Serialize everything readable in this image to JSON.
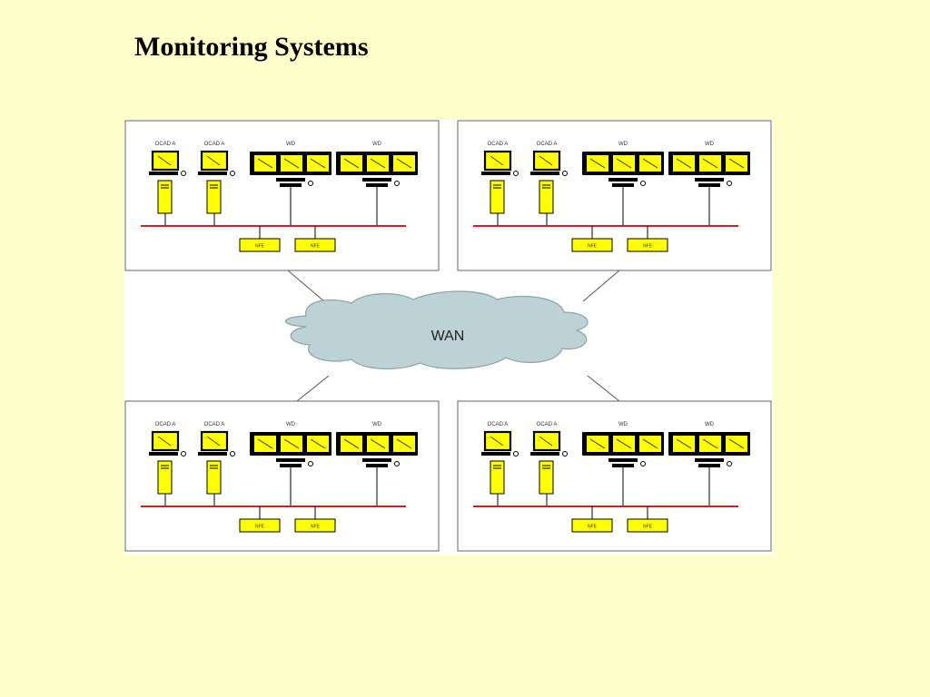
{
  "title": "Monitoring Systems",
  "colors": {
    "background": "#ffffcc",
    "device_fill": "#ffff00",
    "outline": "#000000",
    "network_line": "#d02020",
    "cloud_fill": "#bdd2d6",
    "cloud_stroke": "#8aa3a8"
  },
  "network": {
    "cloud_label": "WAN"
  },
  "site_labels": {
    "workstation": "OCAD A",
    "wall_display": "WD",
    "server": "NFE"
  },
  "icons": {
    "workstation": "desktop-computer-icon",
    "wall_display": "video-wall-icon",
    "server": "server-box-icon",
    "cloud": "cloud-icon"
  }
}
